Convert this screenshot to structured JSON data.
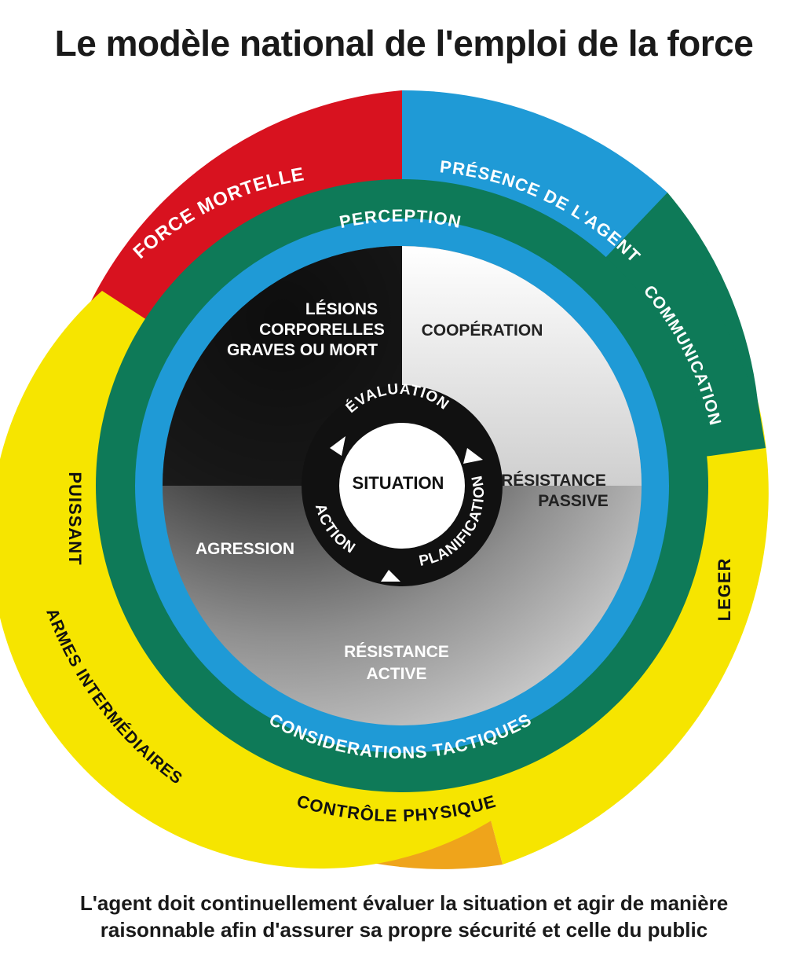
{
  "title": "Le modèle national de l'emploi de la force",
  "caption": {
    "line1": "L'agent doit continuellement évaluer la situation et agir de manière",
    "line2": "raisonnable afin d'assurer sa propre sécurité et celle du public"
  },
  "colors": {
    "red": "#d8121f",
    "blue": "#1f9ad6",
    "green": "#0e7a58",
    "yellow": "#f6e500",
    "orange": "#efa41b",
    "black": "#111111"
  },
  "outer_ring": {
    "force_mortelle": "FORCE MORTELLE",
    "presence_agent": "PRÉSENCE DE L'AGENT",
    "communication": "COMMUNICATION",
    "leger": "LEGER",
    "puissant": "PUISSANT",
    "armes_intermediaires": "ARMES INTERMÉDIAIRES",
    "controle_physique": "CONTRÔLE PHYSIQUE"
  },
  "blue_ring": {
    "perception": "PERCEPTION",
    "considerations": "CONSIDERATIONS TACTIQUES"
  },
  "inner_circle": {
    "lesions_line1": "LÉSIONS",
    "lesions_line2": "CORPORELLES",
    "lesions_line3": "GRAVES OU MORT",
    "cooperation": "COOPÉRATION",
    "resistance_passive_line1": "RÉSISTANCE",
    "resistance_passive_line2": "PASSIVE",
    "resistance_active_line1": "RÉSISTANCE",
    "resistance_active_line2": "ACTIVE",
    "agression": "AGRESSION"
  },
  "center": {
    "situation": "SITUATION",
    "evaluation": "ÉVALUATION",
    "planification": "PLANIFICATION",
    "action": "ACTION"
  }
}
